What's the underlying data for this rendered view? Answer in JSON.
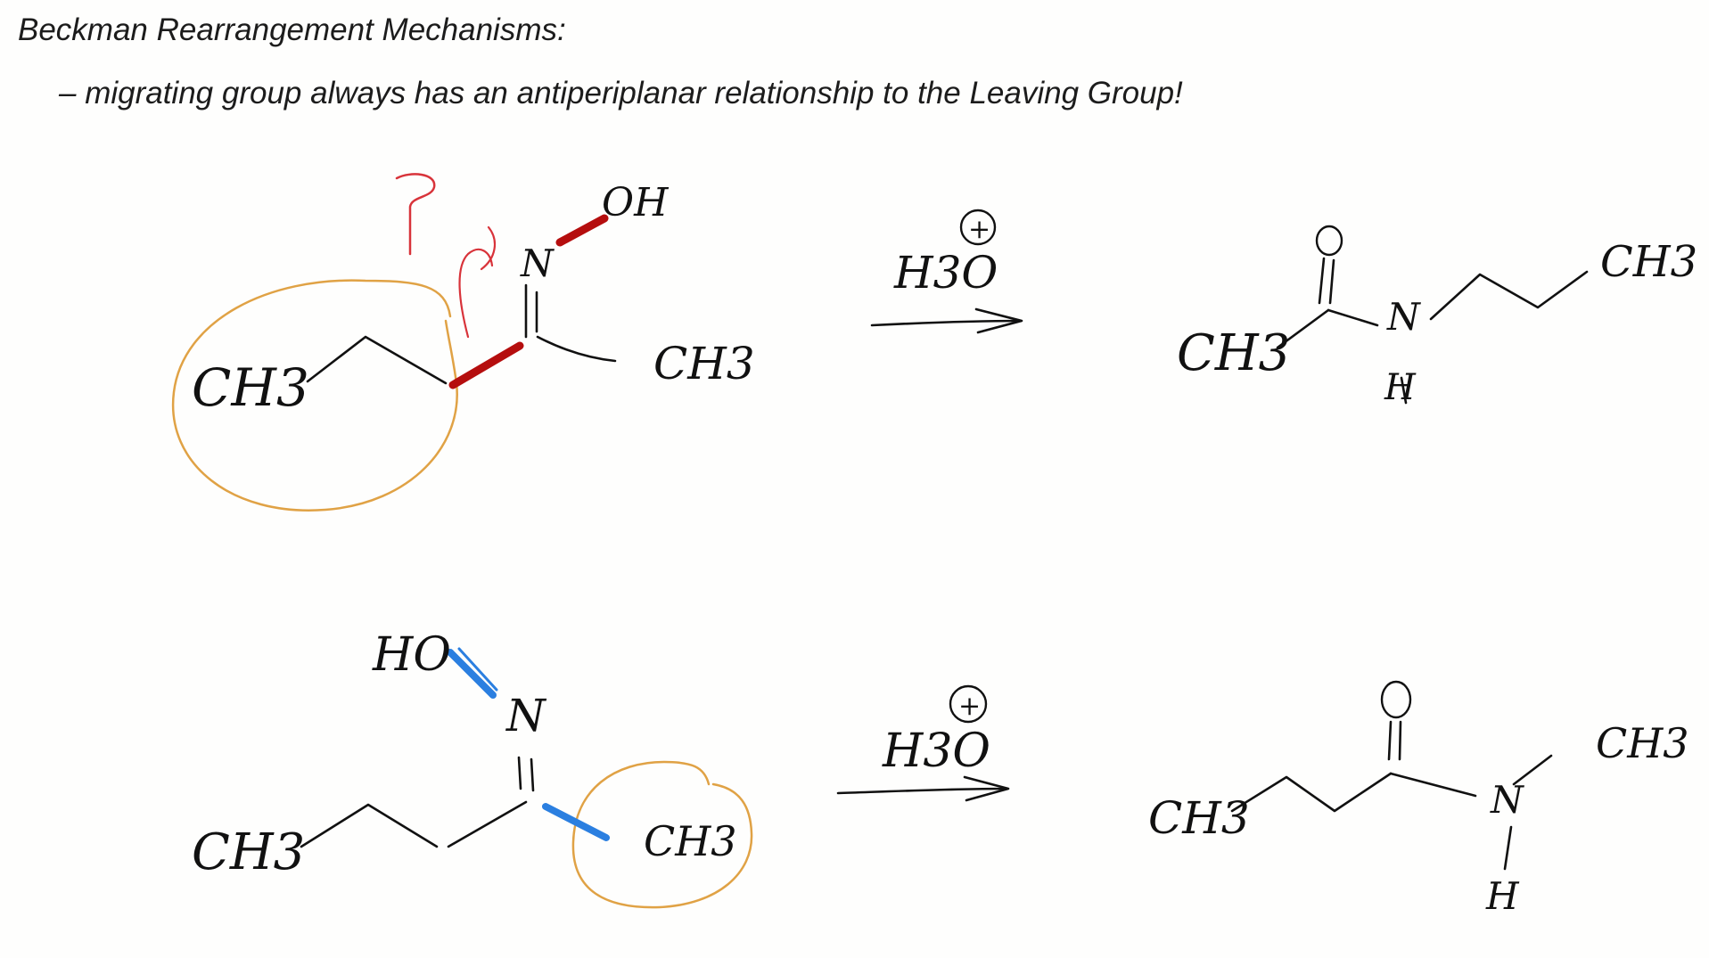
{
  "document": {
    "title": "Beckman Rearrangement Mechanisms:",
    "bullet": "– migrating group always has an antiperiplanar relationship to the Leaving Group!"
  },
  "reaction_1": {
    "reactant": {
      "left_group": "CH3",
      "nitrogen": "N",
      "hydroxyl": "OH",
      "right_group": "CH3"
    },
    "reagent": {
      "formula": "H3O",
      "subscript": "3",
      "charge": "+"
    },
    "product": {
      "oxygen": "O",
      "left_group": "CH3",
      "nitrogen": "N",
      "hydrogen": "H",
      "right_group": "CH3"
    },
    "annotation": "?",
    "colors": {
      "leaving_bond": "#b50e0e",
      "migrating_circle": "#e0a245",
      "question_mark": "#d8333a"
    }
  },
  "reaction_2": {
    "reactant": {
      "hydroxyl": "HO",
      "nitrogen": "N",
      "left_group": "CH3",
      "right_group": "CH3"
    },
    "reagent": {
      "formula": "H3O",
      "subscript": "3",
      "charge": "+"
    },
    "product": {
      "oxygen": "O",
      "left_group": "CH3",
      "nitrogen": "N",
      "hydrogen": "H",
      "right_group": "CH3"
    },
    "colors": {
      "leaving_bond": "#2b7fe0",
      "migrating_circle": "#e0a245"
    }
  }
}
